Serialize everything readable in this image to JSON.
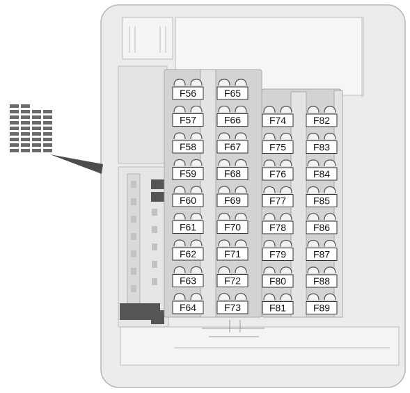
{
  "diagram": {
    "fuse_columns": [
      {
        "column": 1,
        "fuses": [
          "F56",
          "F57",
          "F58",
          "F59",
          "F60",
          "F61",
          "F62",
          "F63",
          "F64"
        ]
      },
      {
        "column": 2,
        "fuses": [
          "F65",
          "F66",
          "F67",
          "F68",
          "F69",
          "F70",
          "F71",
          "F72",
          "F73"
        ]
      },
      {
        "column": 3,
        "fuses": [
          "F74",
          "F75",
          "F76",
          "F77",
          "F78",
          "F79",
          "F80",
          "F81"
        ]
      },
      {
        "column": 4,
        "fuses": [
          "F82",
          "F83",
          "F84",
          "F85",
          "F86",
          "F87",
          "F88",
          "F89"
        ]
      }
    ],
    "colors": {
      "panel": "#e8e8e8",
      "panel_border": "#bdbdbd",
      "fuse_block": "#cfcfcf",
      "label_bg": "#ffffff",
      "dark": "#555555"
    }
  }
}
